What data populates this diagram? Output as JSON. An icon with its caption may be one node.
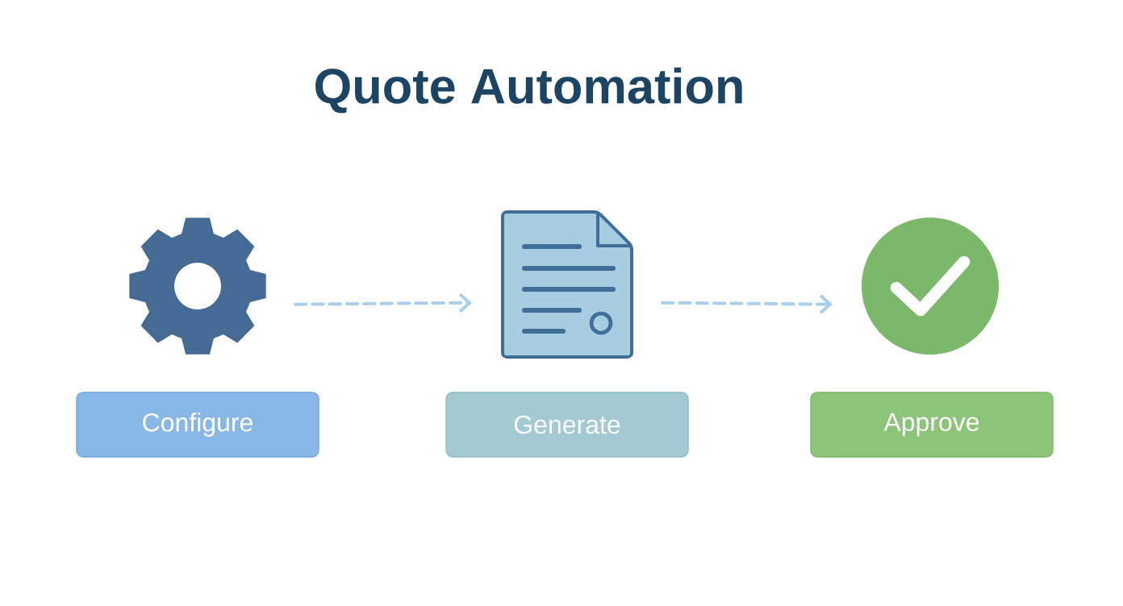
{
  "diagram": {
    "title": "Quote Automation",
    "nodes": [
      {
        "text": [],
        "shape": "gear"
      },
      {
        "text": [],
        "shape": "document"
      },
      {
        "text": [],
        "shape": "circle"
      },
      {
        "text": [
          "Configure"
        ]
      },
      {
        "text": [
          "Generate"
        ]
      },
      {
        "text": [
          "Approve"
        ]
      }
    ],
    "edges": [
      {
        "from": 0,
        "to": 1,
        "arrow": "to",
        "style": "dashed"
      },
      {
        "from": 1,
        "to": 2,
        "arrow": "to",
        "style": "dashed"
      }
    ]
  }
}
